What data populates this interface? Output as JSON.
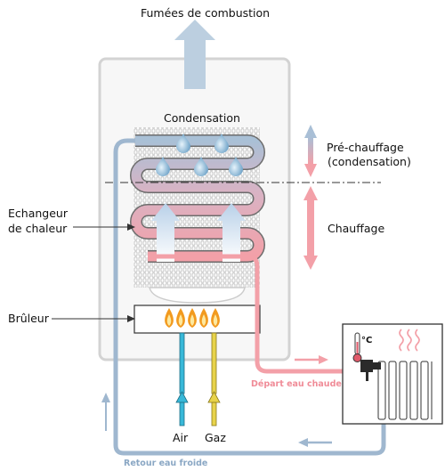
{
  "labels": {
    "flue_gases": "Fumées de combustion",
    "condensation": "Condensation",
    "preheat_line1": "Pré-chauffage",
    "preheat_line2": "(condensation)",
    "heating": "Chauffage",
    "heat_exchanger_line1": "Echangeur",
    "heat_exchanger_line2": "de chaleur",
    "burner": "Brûleur",
    "hot_water_out": "Départ eau chaude",
    "cold_water_return": "Retour eau froide",
    "air": "Air",
    "gas": "Gaz",
    "thermostat_unit": "°C"
  },
  "colors": {
    "cold_blue": "#9fb7cf",
    "hot_pink": "#f3a0a8",
    "boiler_outline": "#d6d6d6",
    "label_pink": "#f08c98",
    "label_blue": "#8aa7c4",
    "air_pipe": "#38b8d8",
    "gas_pipe": "#e8d34a",
    "flame_orange": "#f29a1f",
    "flame_yellow": "#fde9a0"
  }
}
